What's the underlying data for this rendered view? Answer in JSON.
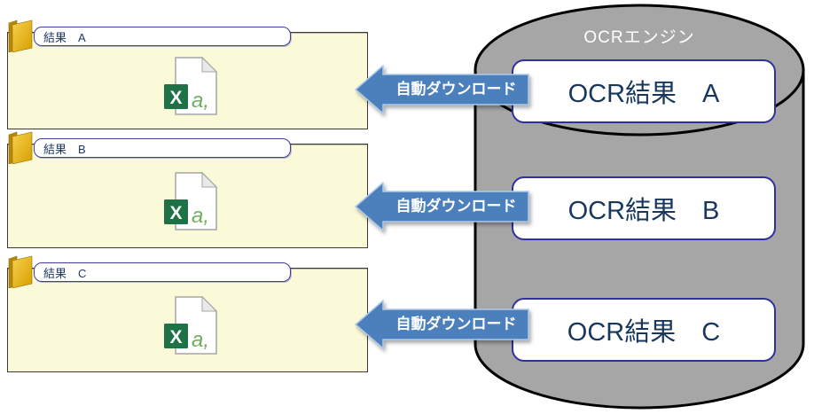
{
  "engine": {
    "label": "OCRエンジン",
    "shape": "database-cylinder",
    "results": [
      {
        "label": "OCR結果　A"
      },
      {
        "label": "OCR結果　B"
      },
      {
        "label": "OCR結果　C"
      }
    ]
  },
  "arrows": [
    {
      "label": "自動ダウンロード",
      "direction": "left"
    },
    {
      "label": "自動ダウンロード",
      "direction": "left"
    },
    {
      "label": "自動ダウンロード",
      "direction": "left"
    }
  ],
  "folders": [
    {
      "label": "結果　A",
      "icon": "folder-icon",
      "file_icon": "excel-file-icon",
      "file_badge": "X",
      "file_glyph": "a,"
    },
    {
      "label": "結果　B",
      "icon": "folder-icon",
      "file_icon": "excel-file-icon",
      "file_badge": "X",
      "file_glyph": "a,"
    },
    {
      "label": "結果　C",
      "icon": "folder-icon",
      "file_icon": "excel-file-icon",
      "file_badge": "X",
      "file_glyph": "a,"
    }
  ],
  "colors": {
    "panel_fill": "#FBFAD8",
    "panel_border": "#3A3A3A",
    "tab_border": "#3F3F9E",
    "tab_text": "#1F3864",
    "arrow_fill": "#4C80BD",
    "arrow_border": "#AECBE8",
    "arrow_text": "#FFFFFF",
    "cylinder_fill": "#A6A6A6",
    "cylinder_border": "#000000",
    "result_box_border": "#2F2F9E",
    "result_text": "#17375E",
    "engine_title_text": "#FFFFFF",
    "excel_green": "#1E7245",
    "excel_letter_green": "#6FAE5E",
    "folder_gold": "#E8B524"
  }
}
